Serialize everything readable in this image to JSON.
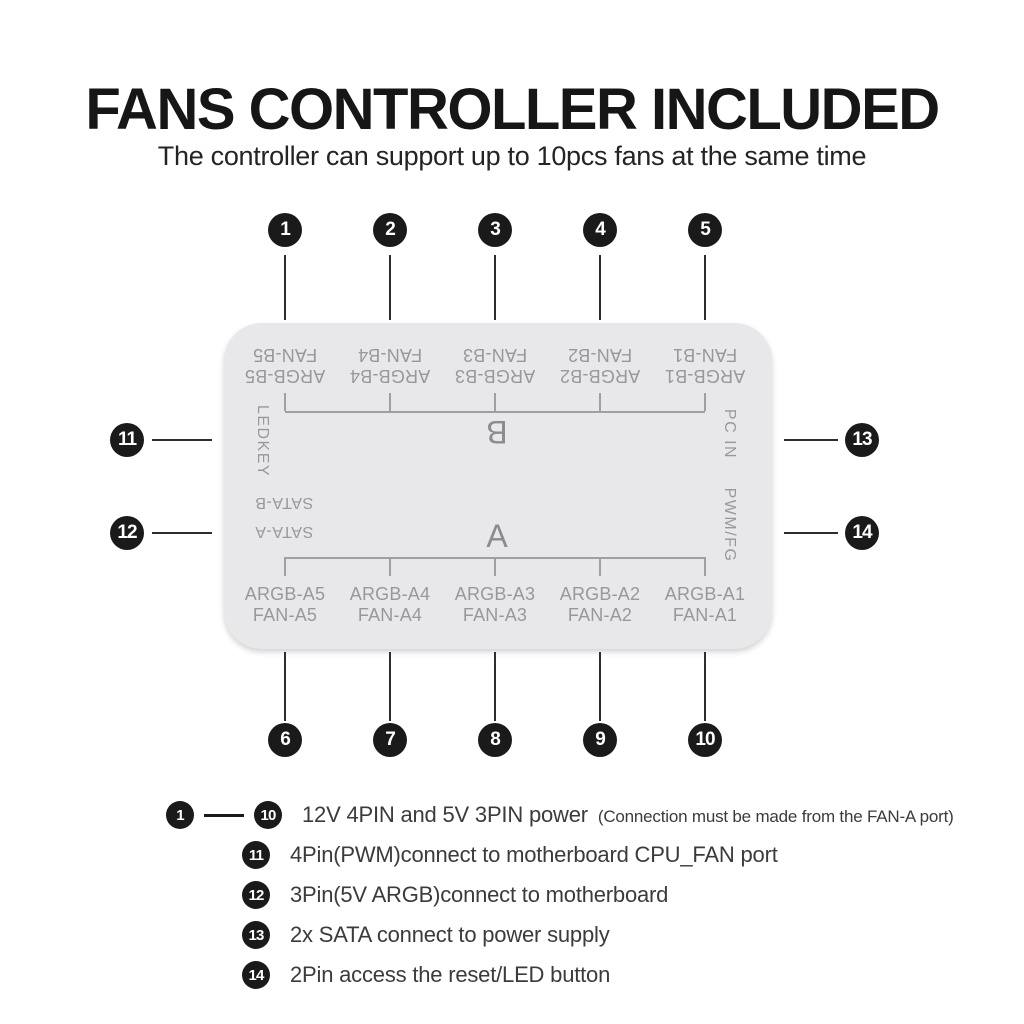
{
  "title": "FANS CONTROLLER INCLUDED",
  "subtitle": "The controller can support up to 10pcs fans at the same time",
  "colors": {
    "background": "#ffffff",
    "controller_body": "#e8e8ea",
    "port_text": "#98989c",
    "bracket_line": "#a0a0a4",
    "connector_line": "#2d2d2d",
    "callout_background": "#1a1a1a",
    "callout_number": "#ffffff",
    "title_text": "#161616",
    "legend_text": "#3b3b3b"
  },
  "controller": {
    "group_b": {
      "label": "B",
      "ports": [
        {
          "argb": "ARGB-B5",
          "fan": "FAN-B5"
        },
        {
          "argb": "ARGB-B4",
          "fan": "FAN-B4"
        },
        {
          "argb": "ARGB-B3",
          "fan": "FAN-B3"
        },
        {
          "argb": "ARGB-B2",
          "fan": "FAN-B2"
        },
        {
          "argb": "ARGB-B1",
          "fan": "FAN-B1"
        }
      ]
    },
    "group_a": {
      "label": "A",
      "ports": [
        {
          "argb": "ARGB-A5",
          "fan": "FAN-A5"
        },
        {
          "argb": "ARGB-A4",
          "fan": "FAN-A4"
        },
        {
          "argb": "ARGB-A3",
          "fan": "FAN-A3"
        },
        {
          "argb": "ARGB-A2",
          "fan": "FAN-A2"
        },
        {
          "argb": "ARGB-A1",
          "fan": "FAN-A1"
        }
      ]
    },
    "side_left": [
      "LEDKEY",
      "SATA-B",
      "SATA-A"
    ],
    "side_right": [
      "PC IN",
      "PWM/FG"
    ]
  },
  "callouts": {
    "top": [
      "1",
      "2",
      "3",
      "4",
      "5"
    ],
    "bottom": [
      "6",
      "7",
      "8",
      "9",
      "10"
    ],
    "left": [
      "11",
      "12"
    ],
    "right": [
      "13",
      "14"
    ]
  },
  "legend": [
    {
      "badge_start": "1",
      "badge_end": "10",
      "text": "12V 4PIN and 5V 3PIN power",
      "note": "(Connection must be made from the FAN-A port)"
    },
    {
      "badge": "11",
      "text": "4Pin(PWM)connect to motherboard CPU_FAN port"
    },
    {
      "badge": "12",
      "text": "3Pin(5V ARGB)connect to motherboard"
    },
    {
      "badge": "13",
      "text": "2x SATA connect to power supply"
    },
    {
      "badge": "14",
      "text": "2Pin access the reset/LED button"
    }
  ]
}
